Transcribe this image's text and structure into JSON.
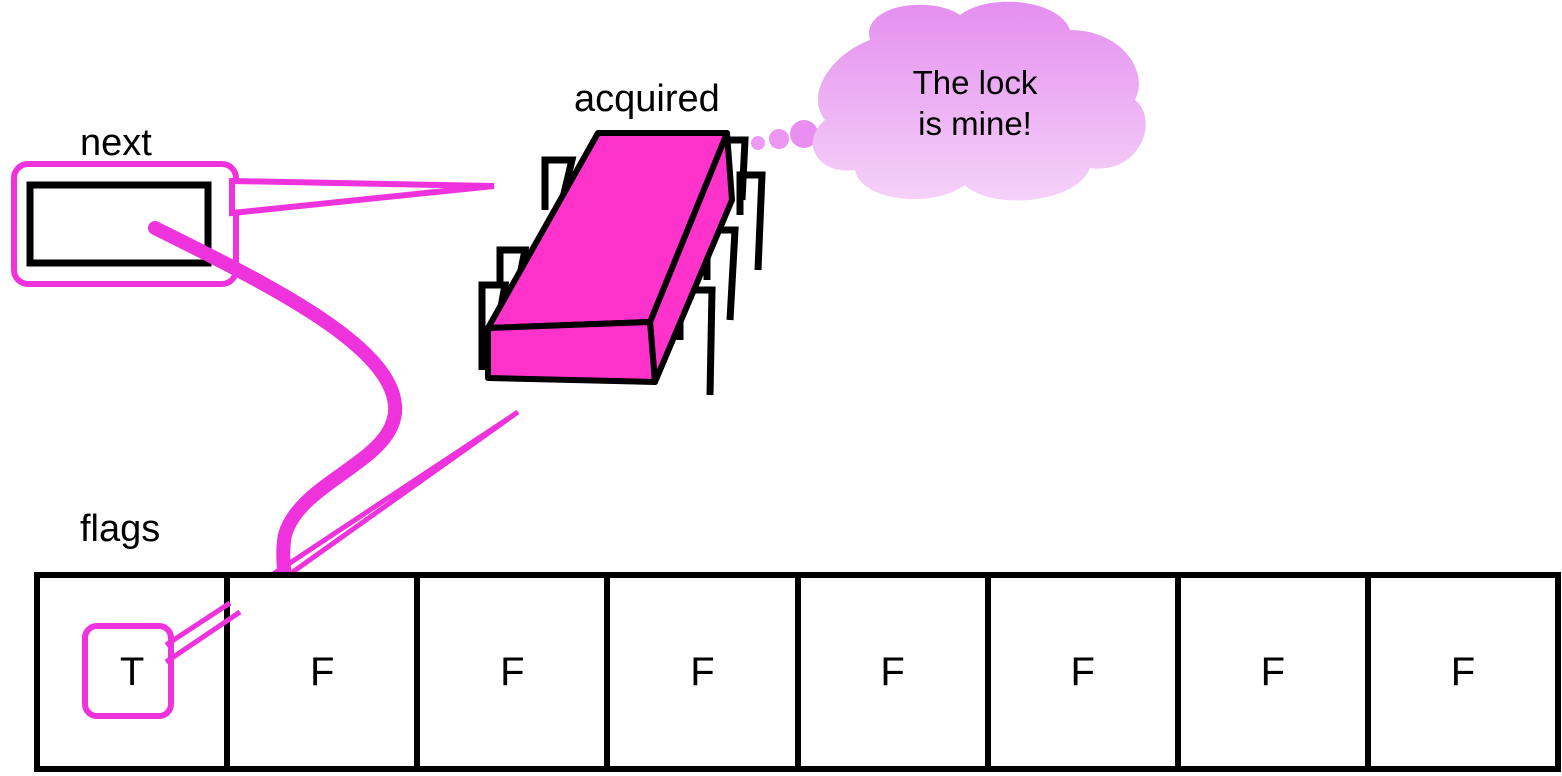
{
  "labels": {
    "next": "next",
    "acquired": "acquired",
    "flags": "flags"
  },
  "thought_bubble": {
    "line1": "The lock",
    "line2": "is mine!"
  },
  "flags": [
    "T",
    "F",
    "F",
    "F",
    "F",
    "F",
    "F",
    "F"
  ],
  "colors": {
    "highlight": "#ee33dd",
    "thread_body": "#ff33cc",
    "bubble": "#e89cf2",
    "outline": "#000000"
  },
  "icons": {
    "thread": "bug-thread-icon",
    "thought": "thought-bubble-icon"
  }
}
